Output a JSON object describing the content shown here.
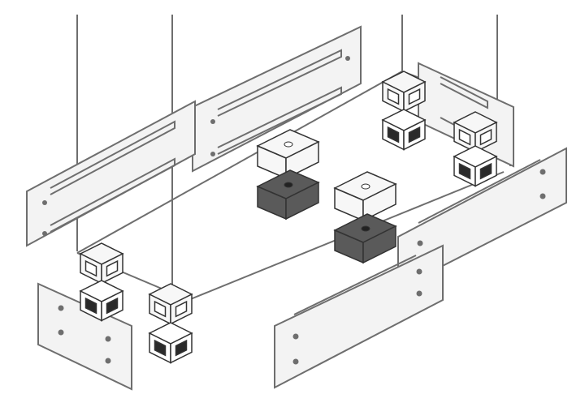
{
  "colors": {
    "line": "#6e6e6e",
    "panel_fill": "#f3f3f3",
    "light_part_fill": "#f7f7f7",
    "dark_part_fill": "#5a5a5a",
    "background": "#ffffff"
  },
  "parts": {
    "corner_blocks_light": 4,
    "corner_blocks_dark": 4,
    "brackets_light": 2,
    "brackets_dark": 2,
    "panels": 6
  }
}
